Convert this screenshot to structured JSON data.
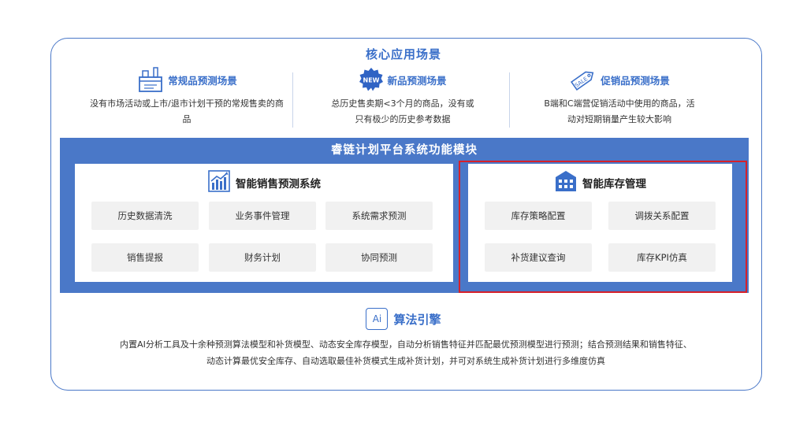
{
  "core": {
    "title": "核心应用场景"
  },
  "scenarios": [
    {
      "name": "常规品预测场景",
      "desc": "没有市场活动或上市/退市计划干预的常规售卖的商品",
      "icon": "grocery-bag-icon"
    },
    {
      "name": "新品预测场景",
      "desc": "总历史售卖期<3个月的商品，没有或只有极少的历史参考数据",
      "icon": "new-badge-icon",
      "badge_text": "NEW"
    },
    {
      "name": "促销品预测场景",
      "desc": "B端和C端营促销活动中使用的商品，活动对短期销量产生较大影响",
      "icon": "sale-tag-icon",
      "badge_text": "SALE"
    }
  ],
  "platform": {
    "title": "睿链计划平台系统功能模块"
  },
  "sales_system": {
    "title": "智能销售预测系统",
    "icon": "bar-chart-icon",
    "modules": [
      "历史数据清洗",
      "业务事件管理",
      "系统需求预测",
      "销售提报",
      "财务计划",
      "协同预测"
    ]
  },
  "inventory_system": {
    "title": "智能库存管理",
    "icon": "warehouse-icon",
    "modules": [
      "库存策略配置",
      "调拨关系配置",
      "补货建议查询",
      "库存KPI仿真"
    ]
  },
  "algorithm": {
    "badge": "Ai",
    "title": "算法引擎",
    "desc_line1": "内置AI分析工具及十余种预测算法模型和补货模型、动态安全库存模型，自动分析销售特征并匹配最优预测模型进行预测；结合预测结果和销售特征、",
    "desc_line2": "动态计算最优安全库存、自动选取最佳补货模式生成补货计划，并可对系统生成补货计划进行多维度仿真"
  },
  "colors": {
    "accent": "#3a6fc9",
    "band": "#4a78c8",
    "highlight": "#d6202a",
    "module_bg": "#f1f1f1"
  }
}
